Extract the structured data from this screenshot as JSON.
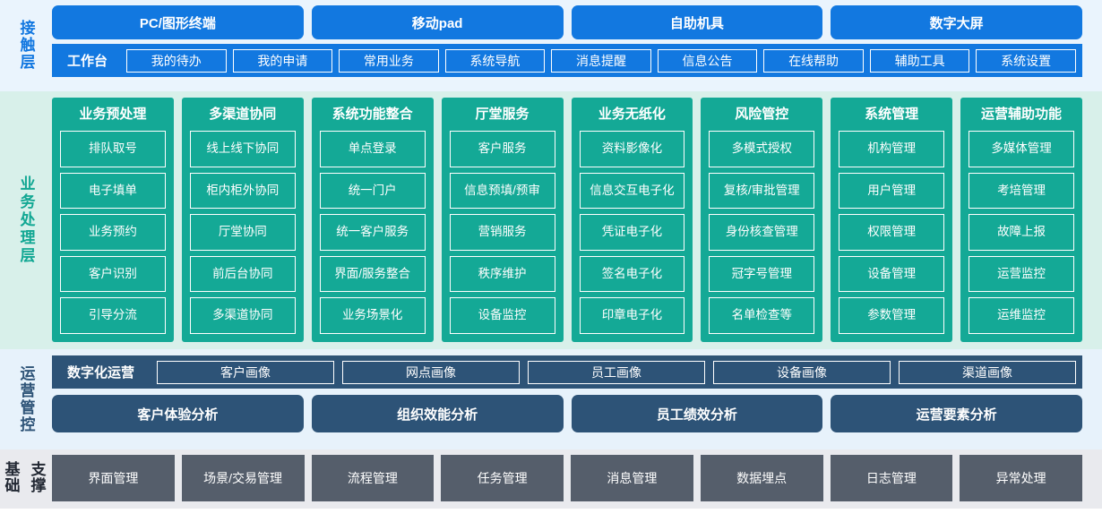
{
  "colors": {
    "contact_bg": "#eaf4fd",
    "contact_accent": "#1278e0",
    "business_bg": "#d8f0ea",
    "business_accent": "#14a996",
    "operation_bg": "#e7f2fb",
    "operation_accent": "#2d5377",
    "foundation_bg": "#e9eaee",
    "foundation_accent": "#555e6b"
  },
  "contact_layer": {
    "label": "接触层",
    "channels": [
      "PC/图形终端",
      "移动pad",
      "自助机具",
      "数字大屏"
    ],
    "workbench_title": "工作台",
    "workbench_items": [
      "我的待办",
      "我的申请",
      "常用业务",
      "系统导航",
      "消息提醒",
      "信息公告",
      "在线帮助",
      "辅助工具",
      "系统设置"
    ]
  },
  "business_layer": {
    "label": "业务处理层",
    "columns": [
      {
        "title": "业务预处理",
        "items": [
          "排队取号",
          "电子填单",
          "业务预约",
          "客户识别",
          "引导分流"
        ]
      },
      {
        "title": "多渠道协同",
        "items": [
          "线上线下协同",
          "柜内柜外协同",
          "厅堂协同",
          "前后台协同",
          "多渠道协同"
        ]
      },
      {
        "title": "系统功能整合",
        "items": [
          "单点登录",
          "统一门户",
          "统一客户服务",
          "界面/服务整合",
          "业务场景化"
        ]
      },
      {
        "title": "厅堂服务",
        "items": [
          "客户服务",
          "信息预填/预审",
          "营销服务",
          "秩序维护",
          "设备监控"
        ]
      },
      {
        "title": "业务无纸化",
        "items": [
          "资料影像化",
          "信息交互电子化",
          "凭证电子化",
          "签名电子化",
          "印章电子化"
        ]
      },
      {
        "title": "风险管控",
        "items": [
          "多模式授权",
          "复核/审批管理",
          "身份核查管理",
          "冠字号管理",
          "名单检查等"
        ]
      },
      {
        "title": "系统管理",
        "items": [
          "机构管理",
          "用户管理",
          "权限管理",
          "设备管理",
          "参数管理"
        ]
      },
      {
        "title": "运营辅助功能",
        "items": [
          "多媒体管理",
          "考培管理",
          "故障上报",
          "运营监控",
          "运维监控"
        ]
      }
    ]
  },
  "operation_layer": {
    "label": "运营管控",
    "portrait_title": "数字化运营",
    "portrait_items": [
      "客户画像",
      "网点画像",
      "员工画像",
      "设备画像",
      "渠道画像"
    ],
    "analysis_items": [
      "客户体验分析",
      "组织效能分析",
      "员工绩效分析",
      "运营要素分析"
    ]
  },
  "foundation_layer": {
    "label": "基础\n支撑",
    "label_line1": "基础",
    "label_line2": "支撑",
    "items": [
      "界面管理",
      "场景/交易管理",
      "流程管理",
      "任务管理",
      "消息管理",
      "数据埋点",
      "日志管理",
      "异常处理"
    ]
  }
}
